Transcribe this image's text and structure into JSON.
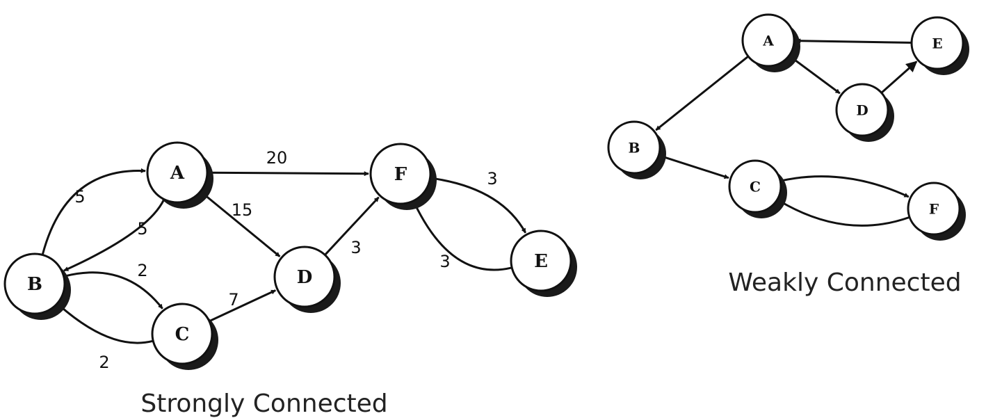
{
  "strong": {
    "caption": "Strongly Connected",
    "nodes": [
      {
        "id": "A",
        "label": "A"
      },
      {
        "id": "B",
        "label": "B"
      },
      {
        "id": "C",
        "label": "C"
      },
      {
        "id": "D",
        "label": "D"
      },
      {
        "id": "F",
        "label": "F"
      },
      {
        "id": "E",
        "label": "E"
      }
    ],
    "edges": [
      {
        "from": "A",
        "to": "F",
        "weight": "20"
      },
      {
        "from": "B",
        "to": "A",
        "weight": "5"
      },
      {
        "from": "A",
        "to": "B",
        "weight": "5"
      },
      {
        "from": "A",
        "to": "D",
        "weight": "15"
      },
      {
        "from": "B",
        "to": "C",
        "weight": "2"
      },
      {
        "from": "C",
        "to": "B",
        "weight": "2"
      },
      {
        "from": "C",
        "to": "D",
        "weight": "7"
      },
      {
        "from": "D",
        "to": "F",
        "weight": "3"
      },
      {
        "from": "F",
        "to": "E",
        "weight": "3"
      },
      {
        "from": "E",
        "to": "F",
        "weight": "3"
      }
    ]
  },
  "weak": {
    "caption": "Weakly Connected",
    "nodes": [
      {
        "id": "A",
        "label": "A"
      },
      {
        "id": "E",
        "label": "E"
      },
      {
        "id": "D",
        "label": "D"
      },
      {
        "id": "B",
        "label": "B"
      },
      {
        "id": "C",
        "label": "C"
      },
      {
        "id": "F",
        "label": "F"
      }
    ],
    "edges": [
      {
        "from": "E",
        "to": "A"
      },
      {
        "from": "A",
        "to": "D"
      },
      {
        "from": "D",
        "to": "E"
      },
      {
        "from": "A",
        "to": "B"
      },
      {
        "from": "B",
        "to": "C"
      },
      {
        "from": "C",
        "to": "F"
      },
      {
        "from": "F",
        "to": "C"
      }
    ]
  }
}
